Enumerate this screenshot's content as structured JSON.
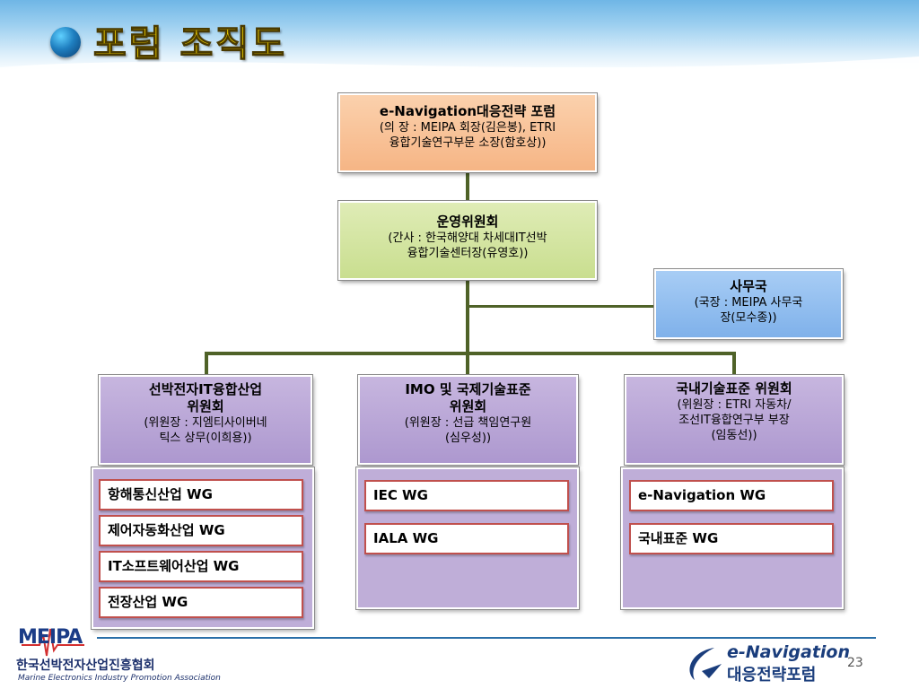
{
  "title": "포럼 조직도",
  "top": {
    "head": "e-Navigation대응전략 포럼",
    "sub1": "(의 장 : MEIPA 회장(김은봉), ETRI",
    "sub2": "융합기술연구부문 소장(함호상))"
  },
  "steering": {
    "head": "운영위원회",
    "sub1": "(간사 : 한국해양대 차세대IT선박",
    "sub2": "융합기술센터장(유영호))"
  },
  "secretariat": {
    "head": "사무국",
    "sub1": "(국장 : MEIPA 사무국",
    "sub2": "장(모수종))"
  },
  "committees": [
    {
      "head1": "선박전자IT융합산업",
      "head2": "위원회",
      "sub1": "(위원장 : 지엠티사이버네",
      "sub2": "틱스 상무(이희용))",
      "wgs": [
        "항해통신산업 WG",
        "제어자동화산업 WG",
        "IT소프트웨어산업 WG",
        "전장산업 WG"
      ]
    },
    {
      "head1": "IMO 및 국제기술표준",
      "head2": "위원회",
      "sub1": "(위원장 : 선급 책임연구원",
      "sub2": "(심우성))",
      "wgs": [
        "IEC WG",
        "IALA WG"
      ]
    },
    {
      "head1": "국내기술표준 위원회",
      "head2": "",
      "sub1": "(위원장 : ETRI 자동차/",
      "sub2": "조선IT융합연구부 부장",
      "sub3": "(임동선))",
      "wgs": [
        "e-Navigation WG",
        "국내표준 WG"
      ]
    }
  ],
  "footer": {
    "left_logo": "MEIPA",
    "left_kr": "한국선박전자산업진흥협회",
    "left_en": "Marine Electronics Industry Promotion Association",
    "right_en": "e-Navigation",
    "right_kr": "대응전략포럼",
    "page": "23"
  },
  "colors": {
    "title": "#f3d400",
    "connector": "#4f6228",
    "wg_border": "#c0504d"
  }
}
